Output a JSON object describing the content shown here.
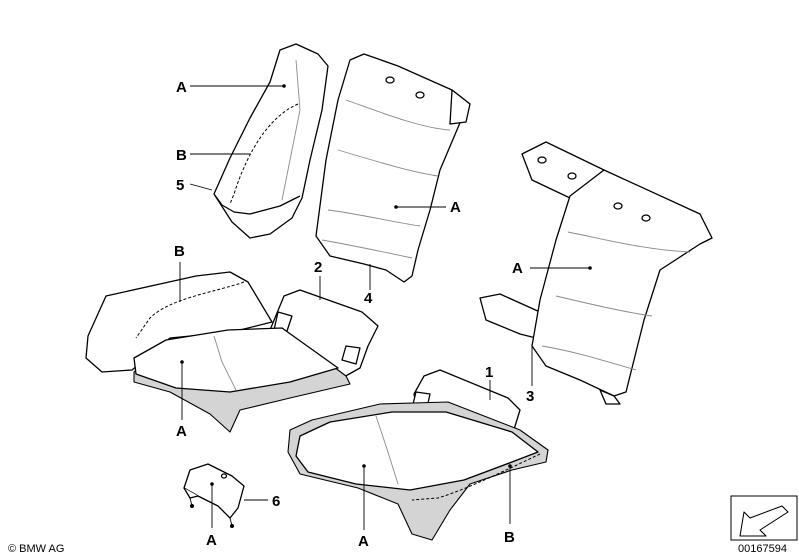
{
  "callouts": {
    "c5a": "A",
    "c5b": "B",
    "c5n": "5",
    "c4a": "A",
    "c4n": "4",
    "c3a": "A",
    "c3n": "3",
    "c2b": "B",
    "c2n": "2",
    "c2a": "A",
    "c1n": "1",
    "c1a": "A",
    "c1b": "B",
    "c6a": "A",
    "c6n": "6"
  },
  "footer": {
    "copyright": "© BMW AG",
    "diagram_number": "00167594"
  },
  "colors": {
    "line": "#000000",
    "shading": "#d4d4d4",
    "background": "#ffffff"
  }
}
